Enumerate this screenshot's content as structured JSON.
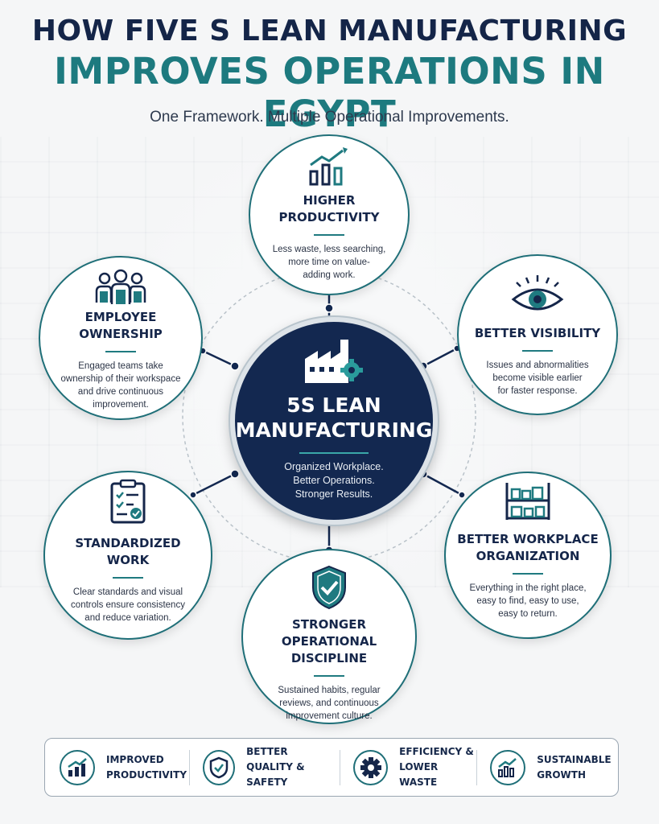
{
  "header": {
    "title_line1": "HOW FIVE S LEAN MANUFACTURING",
    "title_line2": "IMPROVES OPERATIONS IN EGYPT",
    "subtitle": "One Framework. Multiple Operational Improvements."
  },
  "center": {
    "title_line1": "5S LEAN",
    "title_line2": "MANUFACTURING",
    "desc_line1": "Organized Workplace.",
    "desc_line2": "Better Operations.",
    "desc_line3": "Stronger Results."
  },
  "benefits": [
    {
      "icon": "growth-chart-icon",
      "title": "HIGHER\nPRODUCTIVITY",
      "desc": "Less waste, less searching,\nmore time on value-\nadding work."
    },
    {
      "icon": "eye-icon",
      "title": "BETTER VISIBILITY",
      "desc": "Issues and abnormalities\nbecome visible earlier\nfor faster response."
    },
    {
      "icon": "shelving-icon",
      "title": "BETTER WORKPLACE\nORGANIZATION",
      "desc": "Everything in the right place,\neasy to find, easy to use,\neasy to return."
    },
    {
      "icon": "shield-check-icon",
      "title": "STRONGER OPERATIONAL\nDISCIPLINE",
      "desc": "Sustained habits, regular\nreviews, and continuous\nimprovement culture."
    },
    {
      "icon": "clipboard-checklist-icon",
      "title": "STANDARDIZED\nWORK",
      "desc": "Clear standards and visual\ncontrols ensure consistency\nand reduce variation."
    },
    {
      "icon": "team-icon",
      "title": "EMPLOYEE\nOWNERSHIP",
      "desc": "Engaged teams take\nownership of their workspace\nand drive continuous\nimprovement."
    }
  ],
  "bottom_bar": [
    {
      "icon": "bar-chart-up-icon",
      "label": "IMPROVED\nPRODUCTIVITY"
    },
    {
      "icon": "shield-check-icon",
      "label": "BETTER\nQUALITY & SAFETY"
    },
    {
      "icon": "gear-icon",
      "label": "EFFICIENCY &\nLOWER WASTE"
    },
    {
      "icon": "growth-chart-icon",
      "label": "SUSTAINABLE\nGROWTH"
    }
  ],
  "colors": {
    "navy": "#132850",
    "teal": "#1d7a7f",
    "light_gray": "#f5f6f7"
  }
}
